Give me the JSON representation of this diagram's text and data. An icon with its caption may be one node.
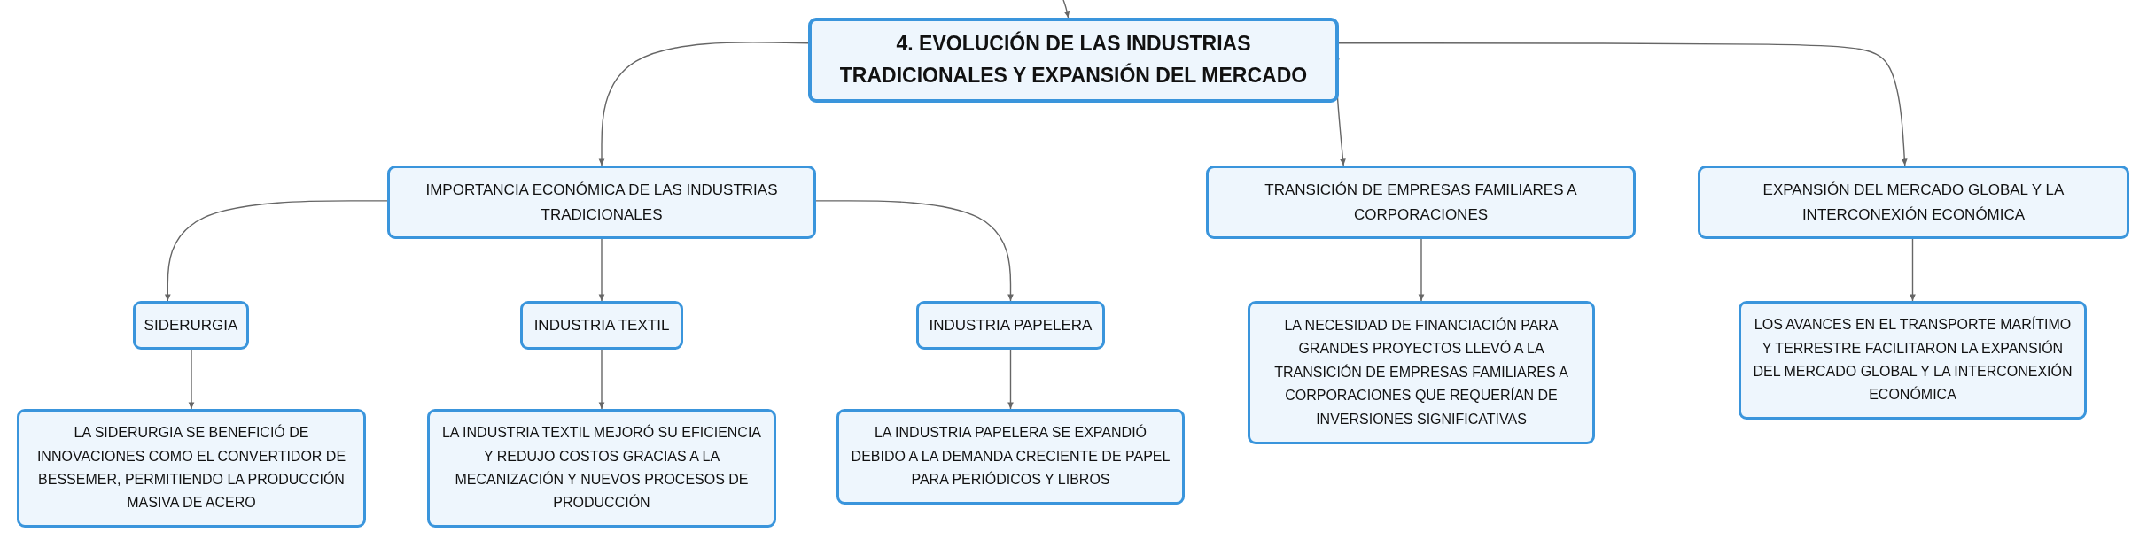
{
  "diagram": {
    "nodes": [
      {
        "text": [
          "4. EVOLUCIÓN DE LAS INDUSTRIAS TRADICIONALES Y EXPANSIÓN DEL MERCADO"
        ]
      },
      {
        "text": [
          "IMPORTANCIA ECONÓMICA DE LAS INDUSTRIAS TRADICIONALES"
        ]
      },
      {
        "text": [
          "TRANSICIÓN DE EMPRESAS FAMILIARES A CORPORACIONES"
        ]
      },
      {
        "text": [
          "EXPANSIÓN DEL MERCADO GLOBAL Y LA INTERCONEXIÓN ECONÓMICA"
        ]
      },
      {
        "text": [
          "SIDERURGIA"
        ]
      },
      {
        "text": [
          "INDUSTRIA TEXTIL"
        ]
      },
      {
        "text": [
          "INDUSTRIA PAPELERA"
        ]
      },
      {
        "text": [
          "LA NECESIDAD DE FINANCIACIÓN PARA GRANDES PROYECTOS LLEVÓ A LA TRANSICIÓN DE EMPRESAS FAMILIARES A CORPORACIONES QUE REQUERÍAN DE INVERSIONES SIGNIFICATIVAS"
        ]
      },
      {
        "text": [
          "LOS AVANCES EN EL TRANSPORTE MARÍTIMO Y TERRESTRE FACILITARON LA EXPANSIÓN DEL MERCADO GLOBAL Y LA INTERCONEXIÓN ECONÓMICA"
        ]
      },
      {
        "text": [
          "LA SIDERURGIA SE BENEFICIÓ DE INNOVACIONES COMO EL CONVERTIDOR DE BESSEMER, PERMITIENDO LA PRODUCCIÓN MASIVA DE ACERO"
        ]
      },
      {
        "text": [
          "LA INDUSTRIA TEXTIL MEJORÓ SU EFICIENCIA Y REDUJO COSTOS GRACIAS A LA MECANIZACIÓN Y NUEVOS PROCESOS DE PRODUCCIÓN"
        ]
      },
      {
        "text": [
          "LA INDUSTRIA PAPELERA SE EXPANDIÓ DEBIDO A LA DEMANDA CRECIENTE DE PAPEL PARA PERIÓDICOS Y LIBROS"
        ]
      }
    ],
    "edges": [
      {
        "from": null,
        "to": 0,
        "arrow": "to"
      },
      {
        "from": 0,
        "to": 1,
        "arrow": "to"
      },
      {
        "from": 0,
        "to": 2,
        "arrow": "to"
      },
      {
        "from": 0,
        "to": 3,
        "arrow": "to"
      },
      {
        "from": 1,
        "to": 4,
        "arrow": "to"
      },
      {
        "from": 1,
        "to": 5,
        "arrow": "to"
      },
      {
        "from": 1,
        "to": 6,
        "arrow": "to"
      },
      {
        "from": 2,
        "to": 7,
        "arrow": "to"
      },
      {
        "from": 3,
        "to": 8,
        "arrow": "to"
      },
      {
        "from": 4,
        "to": 9,
        "arrow": "to"
      },
      {
        "from": 5,
        "to": 10,
        "arrow": "to"
      },
      {
        "from": 6,
        "to": 11,
        "arrow": "to"
      }
    ]
  }
}
